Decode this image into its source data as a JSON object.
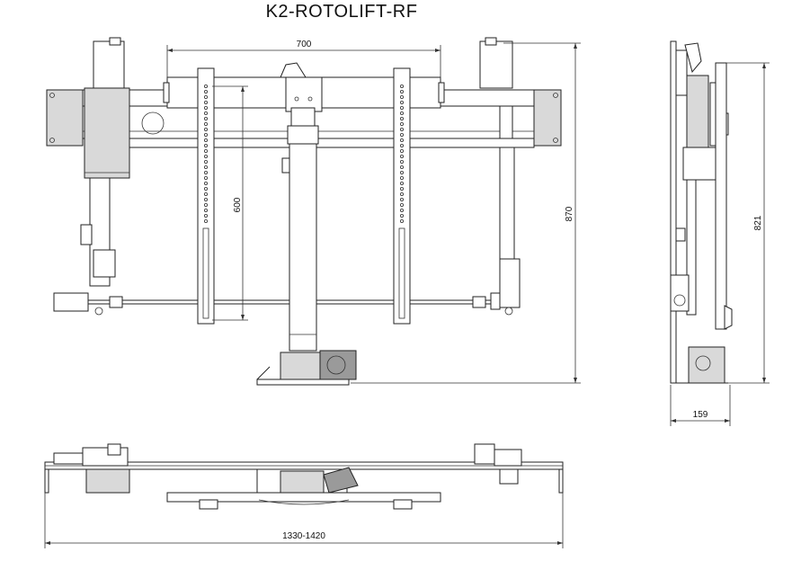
{
  "title": "K2-ROTOLIFT-RF",
  "dimensions": {
    "width_top": "700",
    "travel": "600",
    "height_total": "870",
    "height_side": "821",
    "depth": "159",
    "width_range": "1330-1420"
  },
  "colors": {
    "line": "#222222",
    "fill_light": "#d9d9d9",
    "fill_dark": "#9a9a9a"
  }
}
